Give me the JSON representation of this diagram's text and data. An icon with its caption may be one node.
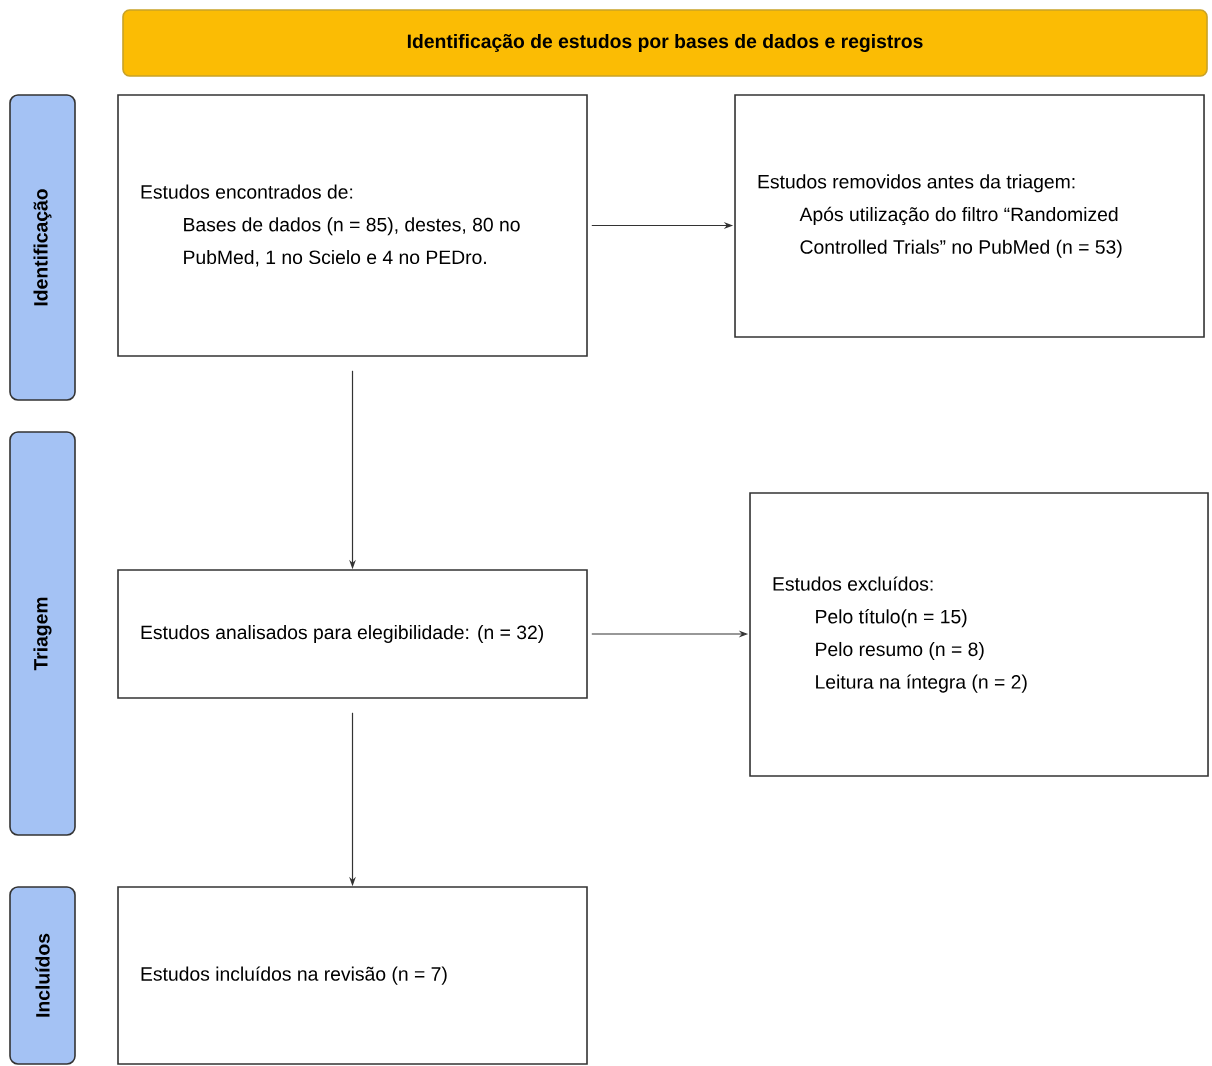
{
  "diagram": {
    "nodes": [
      {
        "text": [
          "Identificação de estudos por bases de dados e registros"
        ]
      },
      {
        "text": [
          "Identificação"
        ]
      },
      {
        "text": [
          "Triagem"
        ]
      },
      {
        "text": [
          "Incluídos"
        ]
      },
      {
        "text": [
          "Estudos encontrados de:",
          "Bases de dados (n = 85), destes, 80 no PubMed, 1 no Scielo e 4 no PEDro."
        ]
      },
      {
        "text": [
          "Estudos removidos antes da triagem:",
          "Após utilização do filtro “Randomized Controlled Trials” no PubMed  (n = 53)"
        ]
      },
      {
        "text": [
          "Estudos analisados para elegibilidade: (n = 32)"
        ]
      },
      {
        "text": [
          "Estudos excluídos:",
          "Pelo título(n = 15)",
          "Pelo resumo (n = 8)",
          "Leitura na íntegra (n = 2)"
        ]
      },
      {
        "text": [
          "Estudos incluídos na revisão (n = 7)"
        ]
      }
    ],
    "edges": [
      {
        "from": 4,
        "to": 5,
        "arrow": "to"
      },
      {
        "from": 4,
        "to": 6,
        "arrow": "to"
      },
      {
        "from": 6,
        "to": 7,
        "arrow": "to"
      },
      {
        "from": 6,
        "to": 8,
        "arrow": "to"
      }
    ]
  }
}
